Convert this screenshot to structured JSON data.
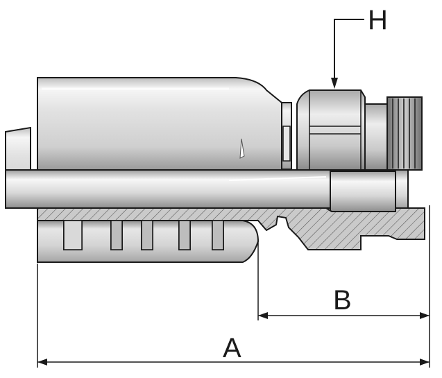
{
  "labels": {
    "dim_h": "H",
    "dim_b": "B",
    "dim_a": "A"
  },
  "colors": {
    "line": "#1a1a1a",
    "metal_light": "#f4f4f4",
    "metal_mid": "#cfcfcf",
    "metal_dark": "#7a7a7a",
    "section_fill": "#c9c9c9",
    "hatch": "#555555",
    "background": "#ffffff"
  },
  "icons": {
    "arrowhead": "arrowhead-icon"
  }
}
